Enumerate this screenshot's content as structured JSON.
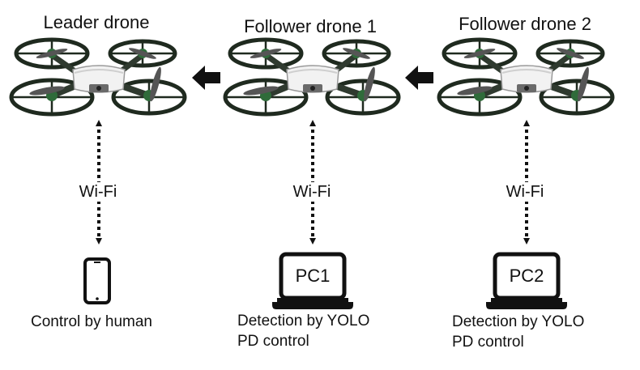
{
  "leader": {
    "title": "Leader drone",
    "link_label": "Wi-Fi",
    "device": "smartphone-icon",
    "caption_lines": [
      "Control by human"
    ]
  },
  "follower1": {
    "title": "Follower drone 1",
    "link_label": "Wi-Fi",
    "device": "laptop-icon",
    "device_label": "PC1",
    "caption_lines": [
      "Detection by YOLO",
      "PD control"
    ]
  },
  "follower2": {
    "title": "Follower drone 2",
    "link_label": "Wi-Fi",
    "device": "laptop-icon",
    "device_label": "PC2",
    "caption_lines": [
      "Detection by YOLO",
      "PD control"
    ]
  },
  "colors": {
    "ink": "#111111",
    "drone_frame": "#1f2a1f",
    "drone_accent": "#2f6b3a",
    "drone_body": "#f2f2f2"
  }
}
